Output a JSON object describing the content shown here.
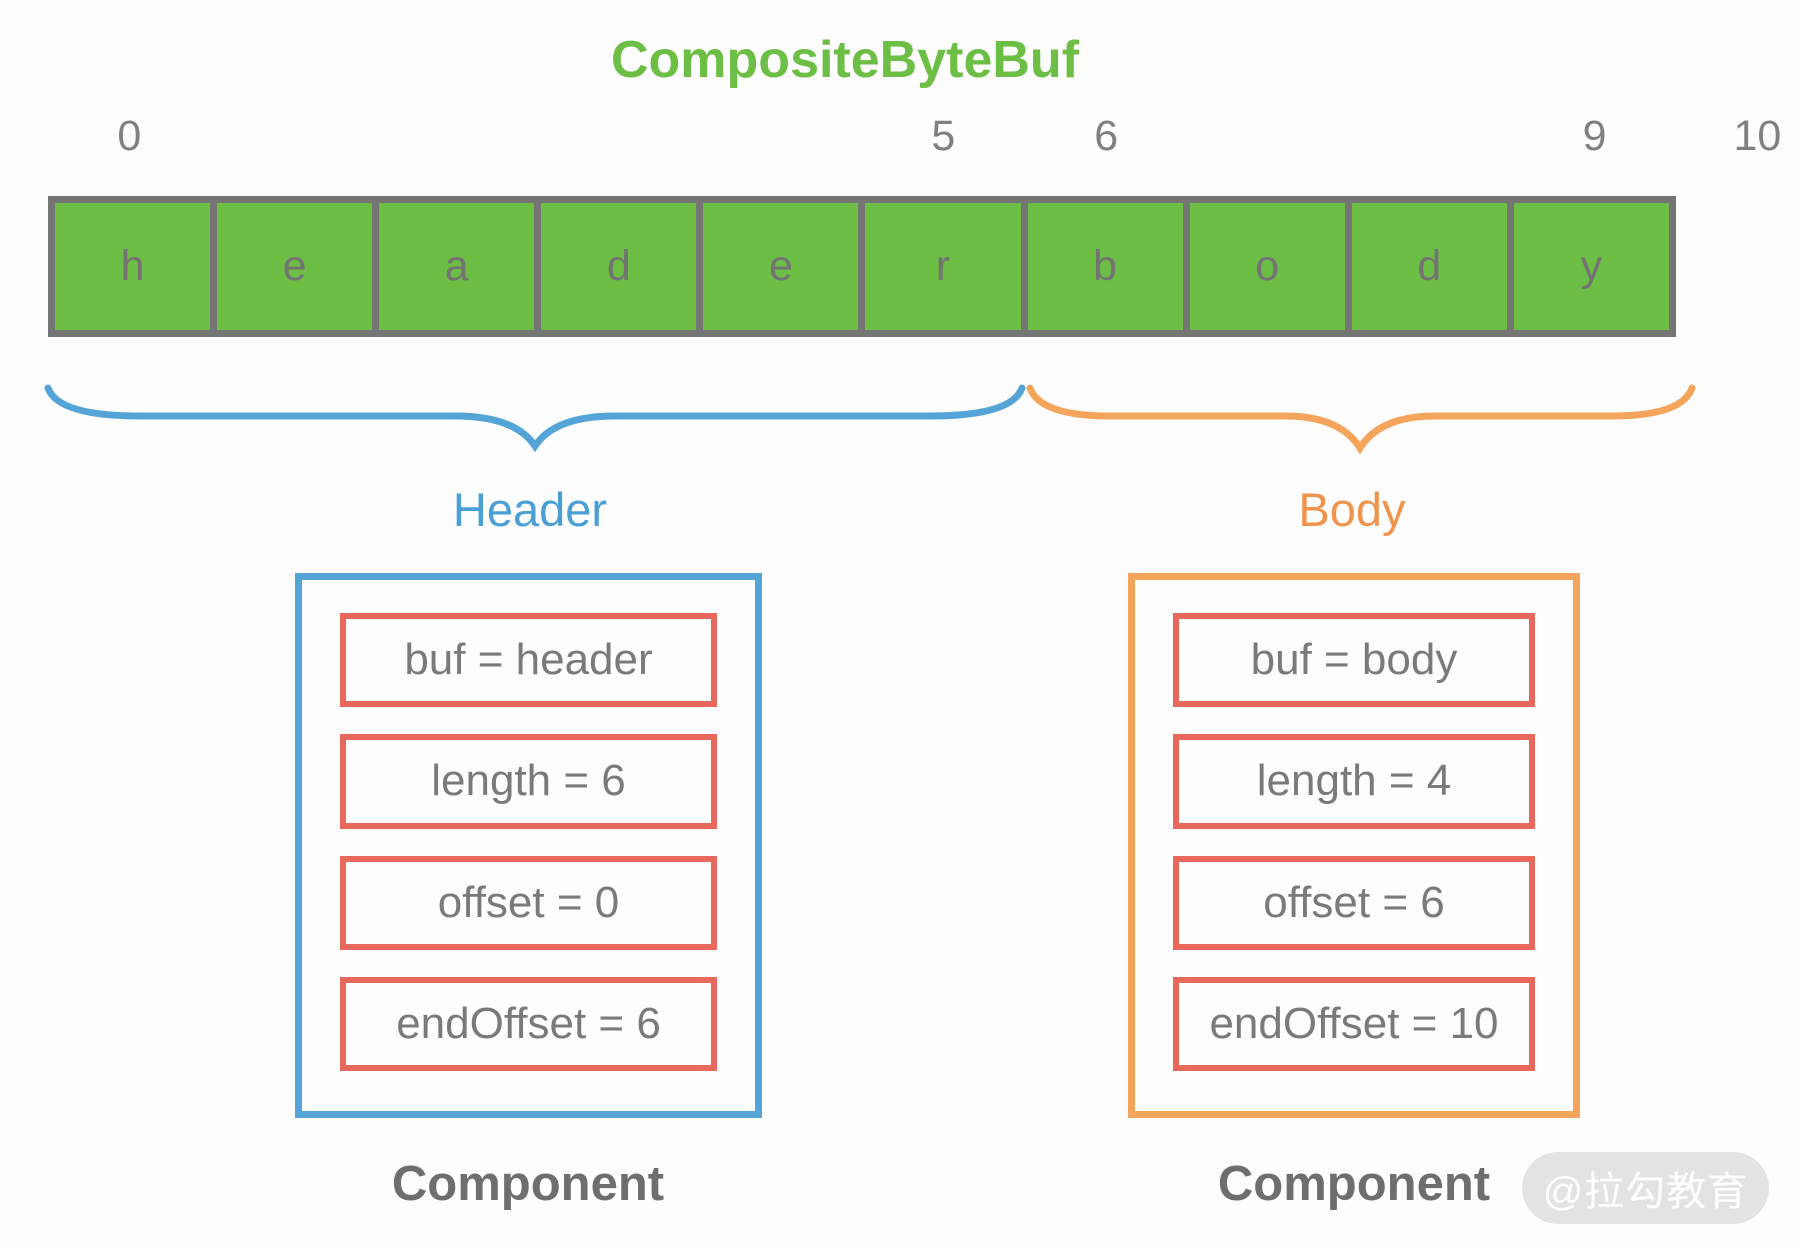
{
  "title": "CompositeByteBuf",
  "byte_array": {
    "cells": [
      "h",
      "e",
      "a",
      "d",
      "e",
      "r",
      "b",
      "o",
      "d",
      "y"
    ],
    "index_labels": [
      {
        "text": "0",
        "cell": 0
      },
      {
        "text": "5",
        "cell": 5
      },
      {
        "text": "6",
        "cell": 6
      },
      {
        "text": "9",
        "cell": 9
      },
      {
        "text": "10",
        "cell": 10
      }
    ]
  },
  "sections": [
    {
      "name": "Header",
      "fields": [
        "buf = header",
        "length = 6",
        "offset = 0",
        "endOffset = 6"
      ],
      "caption": "Component"
    },
    {
      "name": "Body",
      "fields": [
        "buf = body",
        "length = 4",
        "offset = 6",
        "endOffset = 10"
      ],
      "caption": "Component"
    }
  ],
  "watermark": "@拉勾教育",
  "colors": {
    "green": "#6cbe45",
    "cell_border_gray": "#757575",
    "cell_letter_gray": "#737373",
    "index_gray": "#808080",
    "blue": "#54a4d8",
    "blue_text": "#4aa0d5",
    "orange": "#f5a45b",
    "orange_text": "#f0944d",
    "field_border_red": "#e8695c",
    "field_text_gray": "#7a7a7a",
    "caption_gray": "#6e6e6e",
    "watermark_bg": "#e3e3e3"
  }
}
